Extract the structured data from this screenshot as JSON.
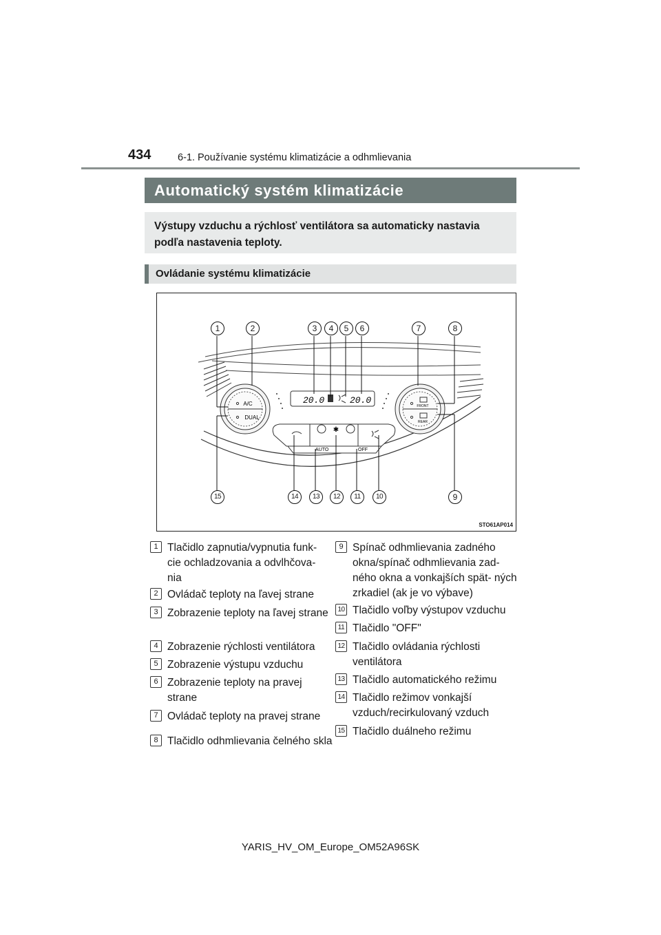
{
  "header": {
    "page_number": "434",
    "chapter": "6-1. Používanie systému klimatizácie a odhmlievania"
  },
  "section_title": "Automatický systém klimatizácie",
  "intro": "Výstupy vzduchu a rýchlosť ventilátora sa automaticky nastavia podľa nastavenia teploty.",
  "subsection_title": "Ovládanie systému klimatizácie",
  "figure": {
    "code": "STO61AP014",
    "callouts_top": [
      "1",
      "2",
      "3",
      "4",
      "5",
      "6",
      "7",
      "8"
    ],
    "callouts_bottom": [
      "15",
      "14",
      "13",
      "12",
      "11",
      "10",
      "9"
    ],
    "display_left_temp": "20.0",
    "display_right_temp": "20.0",
    "button_ac": "A/C",
    "button_dual": "DUAL",
    "button_front": "FRONT",
    "button_rear": "REAR",
    "button_auto": "AUTO",
    "button_off": "OFF"
  },
  "legend_left": [
    {
      "num": "1",
      "text": "Tlačidlo zapnutia/vypnutia funk- cie ochladzovania a odvlhčova- nia"
    },
    {
      "num": "2",
      "text": "Ovládač teploty na ľavej strane"
    },
    {
      "num": "3",
      "text": "Zobrazenie teploty na ľavej strane"
    },
    {
      "num": "4",
      "text": "Zobrazenie rýchlosti ventilátora"
    },
    {
      "num": "5",
      "text": "Zobrazenie výstupu vzduchu"
    },
    {
      "num": "6",
      "text": "Zobrazenie teploty na pravej strane"
    },
    {
      "num": "7",
      "text": "Ovládač teploty na pravej strane"
    },
    {
      "num": "8",
      "text": "Tlačidlo odhmlievania čelného skla"
    }
  ],
  "legend_right": [
    {
      "num": "9",
      "text": "Spínač odhmlievania zadného okna/spínač odhmlievania zad- ného okna a vonkajších spät- ných zrkadiel (ak je vo výbave)"
    },
    {
      "num": "10",
      "text": "Tlačidlo voľby výstupov vzduchu"
    },
    {
      "num": "11",
      "text": "Tlačidlo \"OFF\""
    },
    {
      "num": "12",
      "text": "Tlačidlo ovládania rýchlosti ventilátora"
    },
    {
      "num": "13",
      "text": "Tlačidlo automatického režimu"
    },
    {
      "num": "14",
      "text": "Tlačidlo režimov vonkajší vzduch/recirkulovaný vzduch"
    },
    {
      "num": "15",
      "text": "Tlačidlo duálneho režimu"
    }
  ],
  "footer": "YARIS_HV_OM_Europe_OM52A96SK"
}
